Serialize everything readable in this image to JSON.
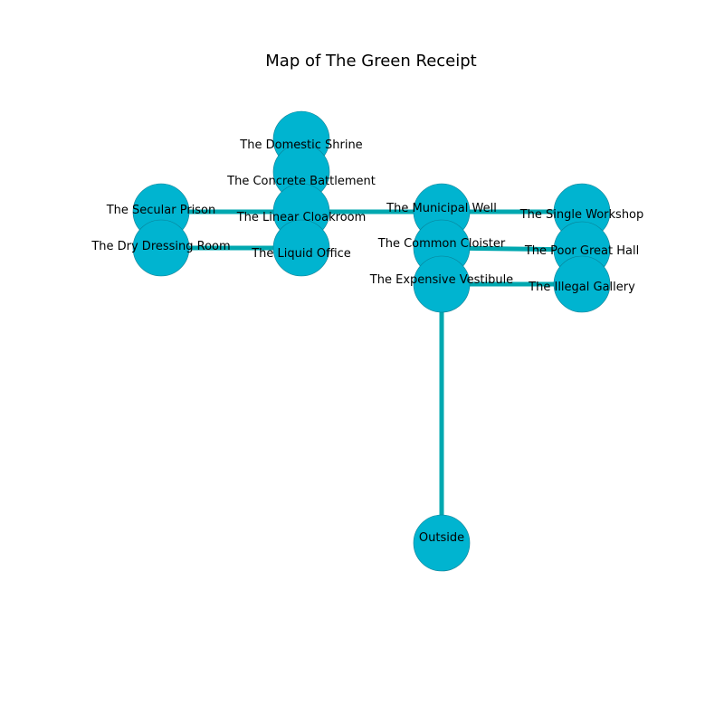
{
  "title": "Map of The Green Receipt",
  "colors": {
    "node_fill": "#00b4d0",
    "node_stroke": "#0a7d92",
    "edge": "#00a8b0",
    "background": "#ffffff",
    "text": "#000000"
  },
  "nodes": [
    {
      "id": "domestic-shrine",
      "label": "The Domestic Shrine"
    },
    {
      "id": "concrete-battlement",
      "label": "The Concrete Battlement"
    },
    {
      "id": "secular-prison",
      "label": "The Secular Prison"
    },
    {
      "id": "linear-cloakroom",
      "label": "The Linear Cloakroom"
    },
    {
      "id": "municipal-well",
      "label": "The Municipal Well"
    },
    {
      "id": "single-workshop",
      "label": "The Single Workshop"
    },
    {
      "id": "dry-dressing-room",
      "label": "The Dry Dressing Room"
    },
    {
      "id": "liquid-office",
      "label": "The Liquid Office"
    },
    {
      "id": "common-cloister",
      "label": "The Common Cloister"
    },
    {
      "id": "poor-great-hall",
      "label": "The Poor Great Hall"
    },
    {
      "id": "expensive-vestibule",
      "label": "The Expensive Vestibule"
    },
    {
      "id": "illegal-gallery",
      "label": "The Illegal Gallery"
    },
    {
      "id": "outside",
      "label": "Outside"
    }
  ],
  "edges": [
    {
      "from": "secular-prison",
      "to": "linear-cloakroom"
    },
    {
      "from": "linear-cloakroom",
      "to": "municipal-well"
    },
    {
      "from": "municipal-well",
      "to": "single-workshop"
    },
    {
      "from": "dry-dressing-room",
      "to": "liquid-office"
    },
    {
      "from": "common-cloister",
      "to": "poor-great-hall"
    },
    {
      "from": "expensive-vestibule",
      "to": "illegal-gallery"
    },
    {
      "from": "expensive-vestibule",
      "to": "outside"
    }
  ]
}
